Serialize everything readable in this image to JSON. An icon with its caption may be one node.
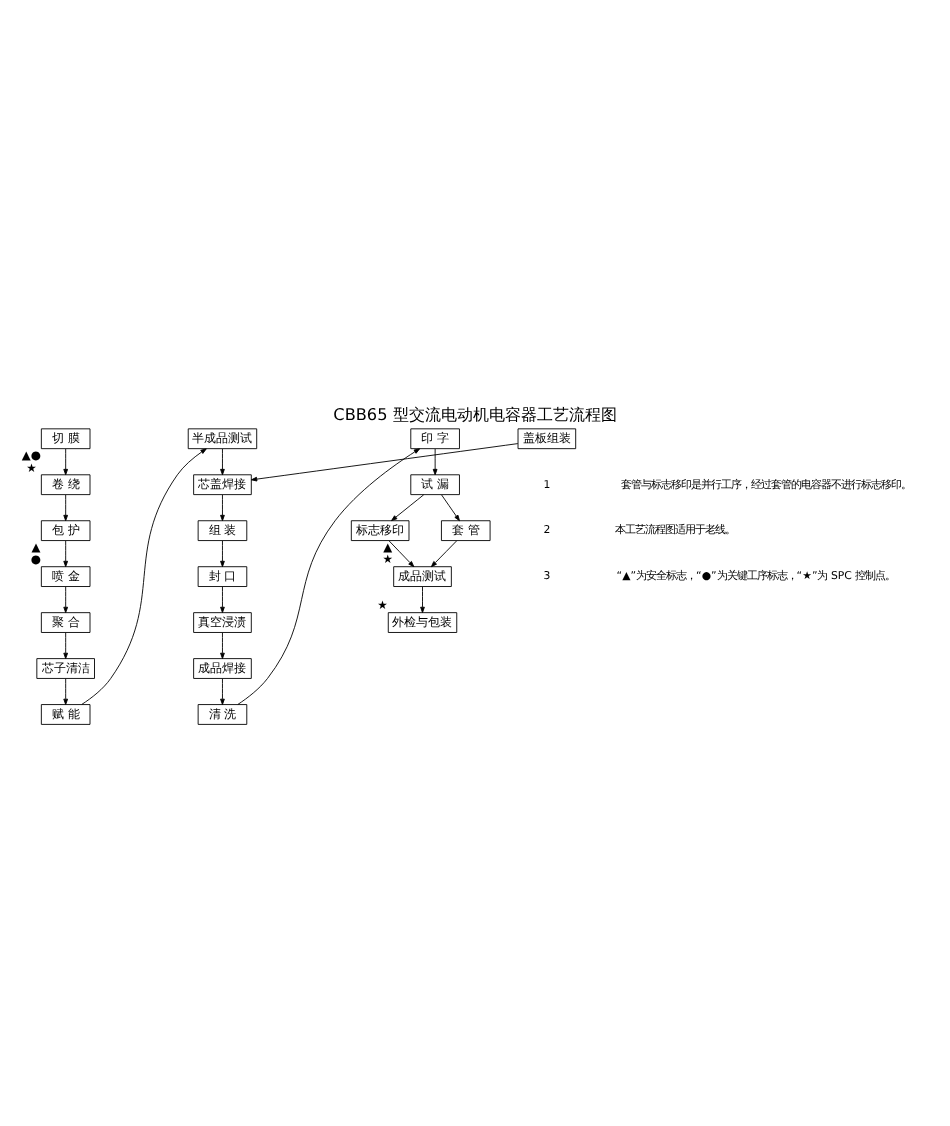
{
  "diagram": {
    "title": "CBB65 型交流电动机电容器工艺流程图",
    "nodes": [
      {
        "text": [
          "切 膜"
        ]
      },
      {
        "text": [
          "卷 绕"
        ],
        "beside": [
          "▲●",
          "★"
        ]
      },
      {
        "text": [
          "包 护"
        ]
      },
      {
        "text": [
          "喷 金"
        ],
        "beside": [
          "▲",
          "●"
        ]
      },
      {
        "text": [
          "聚 合"
        ]
      },
      {
        "text": [
          "芯子清洁"
        ]
      },
      {
        "text": [
          "赋 能"
        ]
      },
      {
        "text": [
          "半成品测试"
        ]
      },
      {
        "text": [
          "芯盖焊接"
        ]
      },
      {
        "text": [
          "组 装"
        ]
      },
      {
        "text": [
          "封 口"
        ]
      },
      {
        "text": [
          "真空浸渍"
        ]
      },
      {
        "text": [
          "成品焊接"
        ]
      },
      {
        "text": [
          "清 洗"
        ]
      },
      {
        "text": [
          "印 字"
        ]
      },
      {
        "text": [
          "试 漏"
        ]
      },
      {
        "text": [
          "标志移印"
        ]
      },
      {
        "text": [
          "套 管"
        ]
      },
      {
        "text": [
          "成品测试"
        ],
        "beside": [
          "▲",
          "★"
        ]
      },
      {
        "text": [
          "外检与包装"
        ],
        "beside": [
          "★"
        ]
      },
      {
        "text": [
          "盖板组装"
        ]
      }
    ],
    "edges": [
      {
        "from": 0,
        "to": 1,
        "arrow": "to"
      },
      {
        "from": 1,
        "to": 2,
        "arrow": "to"
      },
      {
        "from": 2,
        "to": 3,
        "arrow": "to"
      },
      {
        "from": 3,
        "to": 4,
        "arrow": "to"
      },
      {
        "from": 4,
        "to": 5,
        "arrow": "to"
      },
      {
        "from": 5,
        "to": 6,
        "arrow": "to"
      },
      {
        "from": 6,
        "to": 7,
        "arrow": "to"
      },
      {
        "from": 7,
        "to": 8,
        "arrow": "to"
      },
      {
        "from": 20,
        "to": 8,
        "arrow": "to"
      },
      {
        "from": 8,
        "to": 9,
        "arrow": "to"
      },
      {
        "from": 9,
        "to": 10,
        "arrow": "to"
      },
      {
        "from": 10,
        "to": 11,
        "arrow": "to"
      },
      {
        "from": 11,
        "to": 12,
        "arrow": "to"
      },
      {
        "from": 12,
        "to": 13,
        "arrow": "to"
      },
      {
        "from": 13,
        "to": 14,
        "arrow": "to"
      },
      {
        "from": 14,
        "to": 15,
        "arrow": "to"
      },
      {
        "from": 15,
        "to": 16,
        "arrow": "to"
      },
      {
        "from": 15,
        "to": 17,
        "arrow": "to"
      },
      {
        "from": 17,
        "to": 18,
        "arrow": "to"
      },
      {
        "from": 16,
        "to": 18,
        "arrow": "to"
      },
      {
        "from": 18,
        "to": 19,
        "arrow": "to"
      }
    ],
    "labels": [
      "1",
      "套管与标志移印是并行工序，经过套管的电容器不进行标志移印。",
      "2",
      "本工艺流程图适用于老线。",
      "3",
      "“▲”为安全标志，“●”为关键工序标志，“★”为 SPC 控制点。"
    ]
  }
}
